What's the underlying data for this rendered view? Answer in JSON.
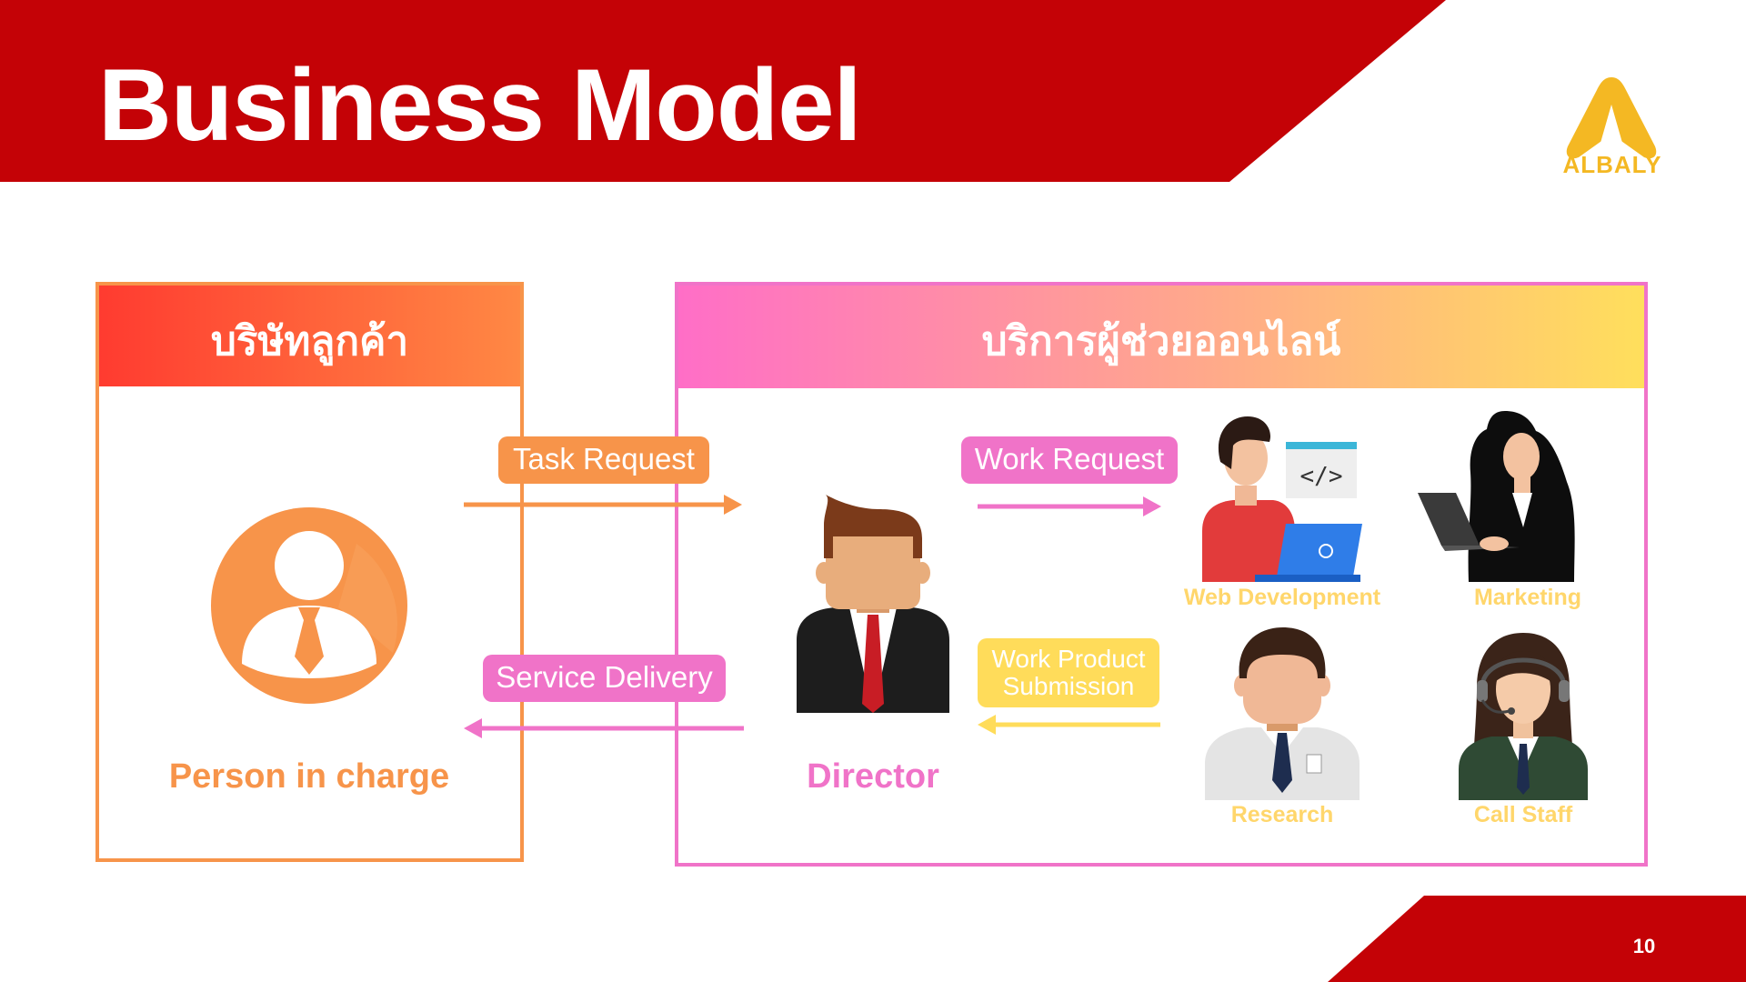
{
  "slide": {
    "title": "Business Model",
    "page_number": "10",
    "logo_text": "ALBALY"
  },
  "client_panel": {
    "header": "บริษัทลูกค้า",
    "role": "Person in charge"
  },
  "service_panel": {
    "header": "บริการผู้ช่วยออนไลน์",
    "director": "Director",
    "staff": {
      "web": "Web Development",
      "marketing": "Marketing",
      "research": "Research",
      "call": "Call Staff"
    }
  },
  "flows": {
    "task_request": "Task Request",
    "service_delivery": "Service Delivery",
    "work_request": "Work Request",
    "work_product_line1": "Work Product",
    "work_product_line2": "Submission"
  },
  "colors": {
    "brand_red": "#c40206",
    "orange": "#f7944a",
    "pink": "#f073c8",
    "yellow": "#ffdc5a",
    "logo_gold": "#f4b823"
  }
}
